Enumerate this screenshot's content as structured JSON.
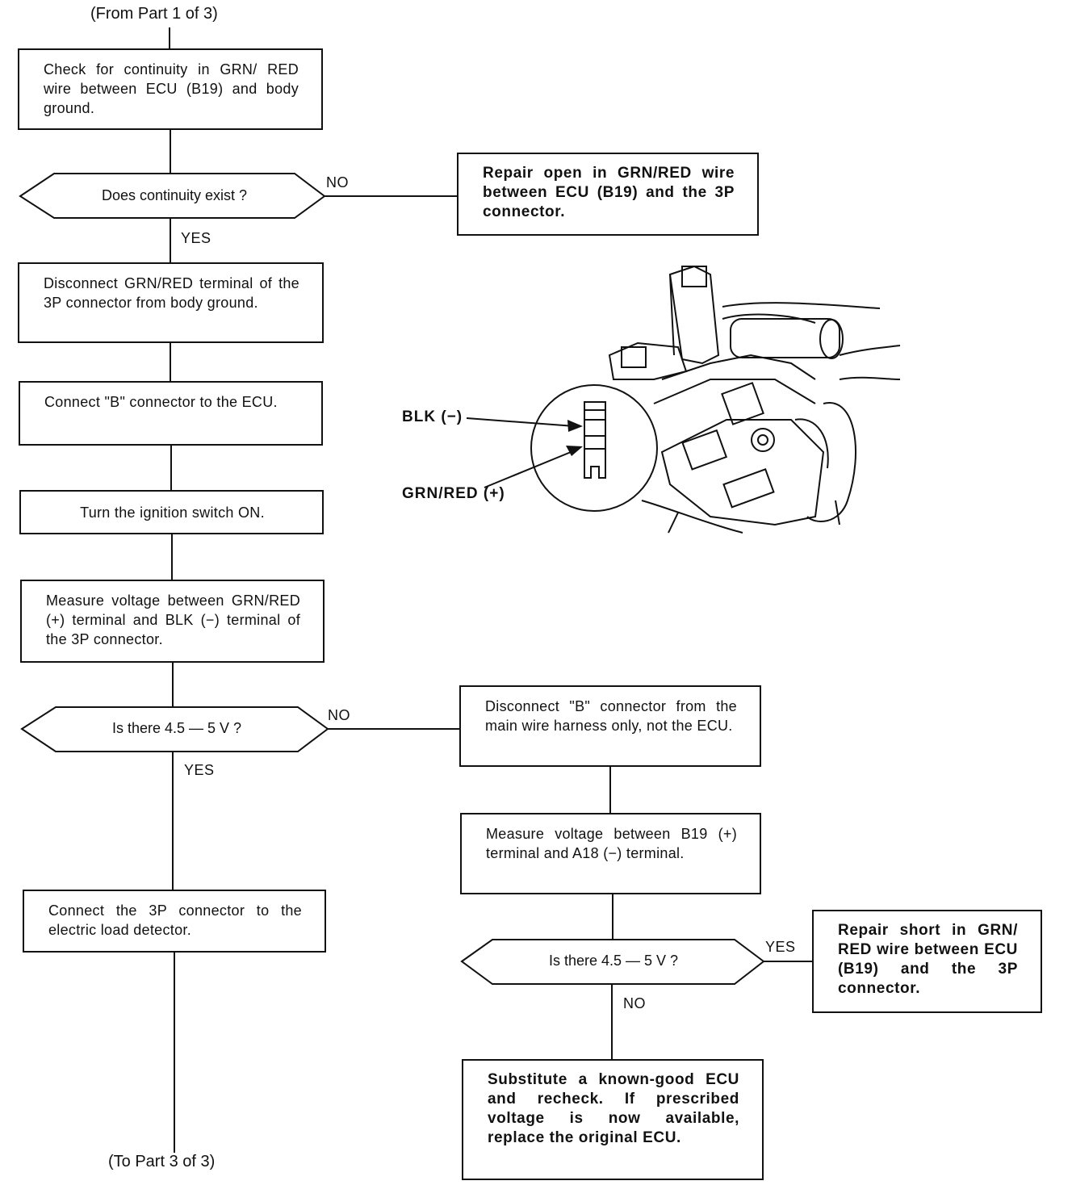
{
  "header": {
    "from_text": "(From Part 1 of 3)"
  },
  "footer": {
    "to_text": "(To Part 3 of 3)"
  },
  "boxes": {
    "check_continuity": "Check for continuity in GRN/ RED wire between ECU (B19) and body ground.",
    "repair_open": "Repair open in GRN/RED wire between ECU (B19) and the 3P connector.",
    "disconnect_grn_red": "Disconnect GRN/RED terminal of the 3P connector from body ground.",
    "connect_b": "Connect \"B\" connector to the ECU.",
    "ignition_on": "Turn the ignition switch ON.",
    "measure_3p": "Measure voltage between GRN/RED (+) terminal and BLK (−) terminal of the 3P connector.",
    "disconnect_b_harness": "Disconnect \"B\" connector from the main wire harness only, not the ECU.",
    "measure_b19": "Measure voltage between B19 (+) terminal and A18 (−) terminal.",
    "connect_3p_detector": "Connect the 3P connector to the electric load detector.",
    "repair_short": "Repair short in GRN/ RED wire between ECU (B19) and the 3P connector.",
    "substitute_ecu": "Substitute a known-good ECU and recheck. If prescribed voltage is now available, replace the original ECU."
  },
  "decisions": {
    "continuity": "Does continuity exist ?",
    "voltage_1": "Is there 4.5 — 5 V ?",
    "voltage_2": "Is there 4.5 — 5 V ?"
  },
  "branch_labels": {
    "no": "NO",
    "yes": "YES"
  },
  "figure": {
    "blk_label": "BLK (−)",
    "grn_red_label": "GRN/RED (+)"
  }
}
